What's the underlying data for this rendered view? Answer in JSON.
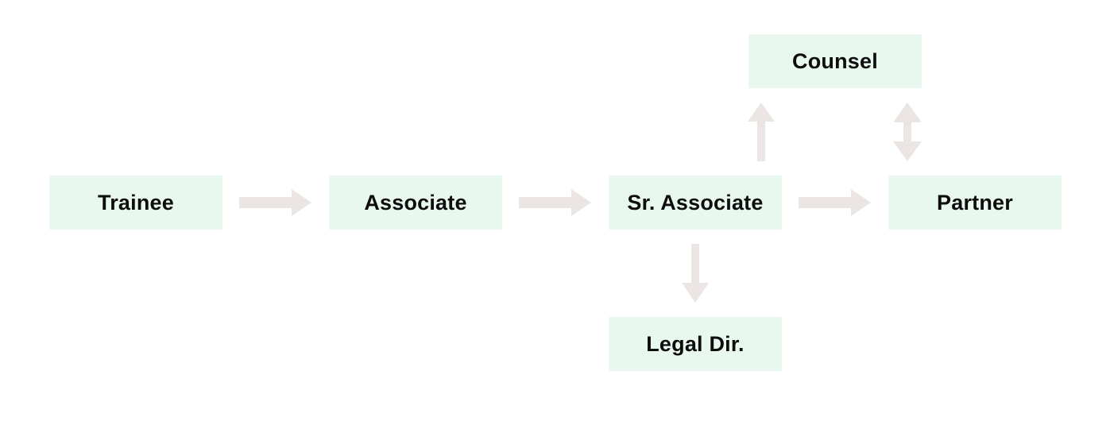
{
  "colors": {
    "node_fill": "#e9f8ef",
    "arrow_fill": "#ebe6e3",
    "text": "#0d0d0d"
  },
  "nodes": {
    "trainee": "Trainee",
    "associate": "Associate",
    "sr_associate": "Sr. Associate",
    "partner": "Partner",
    "counsel": "Counsel",
    "legal_director": "Legal Dir."
  },
  "edges": [
    {
      "from": "trainee",
      "to": "associate",
      "direction": "one-way"
    },
    {
      "from": "associate",
      "to": "sr_associate",
      "direction": "one-way"
    },
    {
      "from": "sr_associate",
      "to": "partner",
      "direction": "one-way"
    },
    {
      "from": "sr_associate",
      "to": "counsel",
      "direction": "one-way"
    },
    {
      "from": "sr_associate",
      "to": "legal_director",
      "direction": "one-way"
    },
    {
      "from": "counsel",
      "to": "partner",
      "direction": "two-way"
    }
  ]
}
